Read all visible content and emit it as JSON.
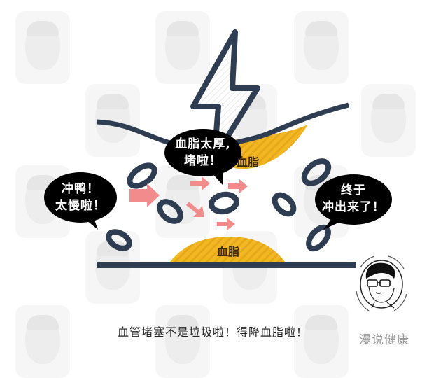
{
  "illustration": {
    "topic": "blood vessel blockage by blood lipids",
    "colors": {
      "vessel_wall": "#2e3d52",
      "lipid_fill": "#f2b722",
      "arrow": "#f28b8b",
      "bubble": "#000000",
      "bubble_text": "#ffffff",
      "watermark": "#f4f4f4"
    },
    "icons": [
      "lightning-bolt-icon",
      "red-blood-cell-icon",
      "flow-arrow-icon",
      "doctor-avatar-icon"
    ]
  },
  "bubbles": {
    "left": {
      "line1": "冲鸭！",
      "line2": "太慢啦！"
    },
    "center": {
      "line1": "血脂太厚,",
      "line2": "堵啦！"
    },
    "right": {
      "line1": "终于",
      "line2": "冲出来了！"
    }
  },
  "labels": {
    "upper_lipid": "血脂",
    "lower_lipid": "血脂"
  },
  "caption": "血管堵塞不是垃圾啦！得降血脂啦！",
  "brand": "漫说健康"
}
